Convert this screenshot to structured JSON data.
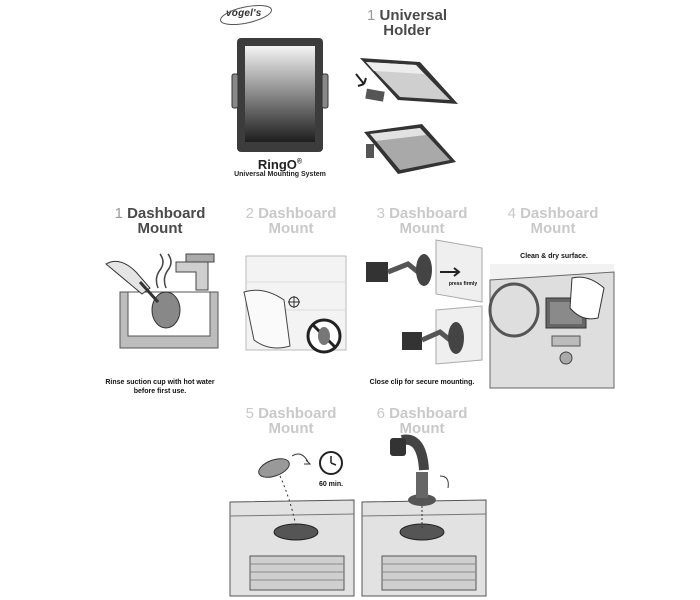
{
  "brand": {
    "name": "vogel's"
  },
  "product": {
    "name": "RingO",
    "mark": "®",
    "subtitle": "Universal Mounting System"
  },
  "holder": {
    "num": "1",
    "title_line1": "Universal",
    "title_line2": "Holder"
  },
  "steps": [
    {
      "num": "1",
      "line1": "Dashboard",
      "line2": "Mount",
      "caption_line1": "Rinse suction cup with hot water",
      "caption_line2": "before first use."
    },
    {
      "num": "2",
      "line1": "Dashboard",
      "line2": "Mount"
    },
    {
      "num": "3",
      "line1": "Dashboard",
      "line2": "Mount",
      "label_press": "press firmly",
      "caption_line1": "Close clip for secure mounting."
    },
    {
      "num": "4",
      "line1": "Dashboard",
      "line2": "Mount",
      "label_top": "Clean & dry surface."
    },
    {
      "num": "5",
      "line1": "Dashboard",
      "line2": "Mount",
      "label_time": "60 min."
    },
    {
      "num": "6",
      "line1": "Dashboard",
      "line2": "Mount"
    }
  ]
}
